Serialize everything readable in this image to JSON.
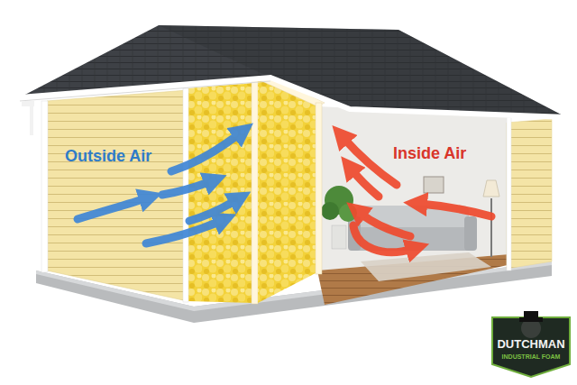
{
  "diagram": {
    "labels": [
      "Outside Air",
      "Inside Air",
      "DUTCHMAN",
      "INDUSTRIAL FOAM"
    ]
  }
}
